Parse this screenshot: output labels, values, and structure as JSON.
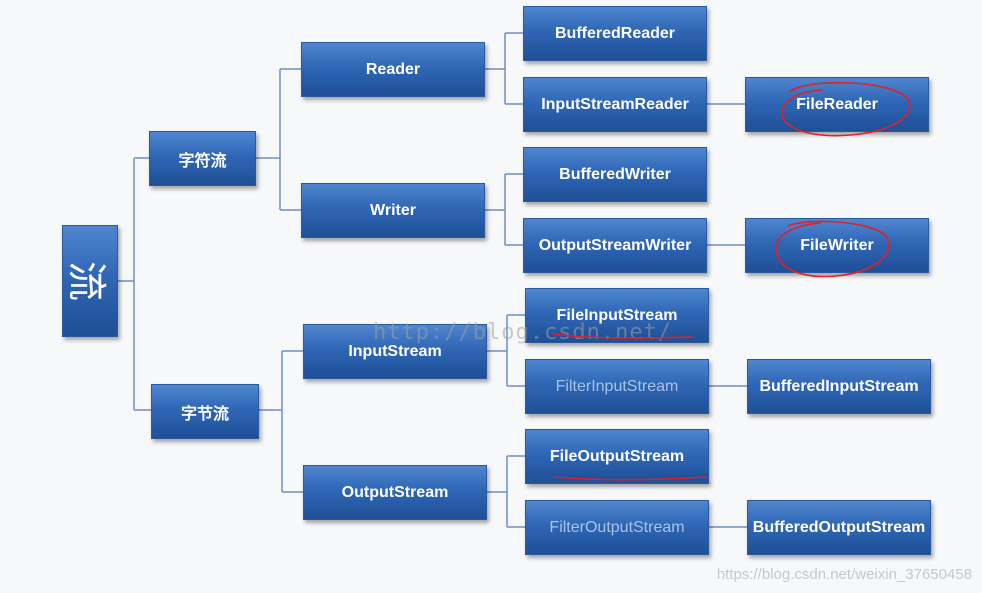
{
  "root": {
    "label": "流"
  },
  "categories": {
    "char": "字符流",
    "byte": "字节流"
  },
  "bases": {
    "reader": "Reader",
    "writer": "Writer",
    "inputstream": "InputStream",
    "outputstream": "OutputStream"
  },
  "classes": {
    "bufferedreader": "BufferedReader",
    "inputstreamreader": "InputStreamReader",
    "filereader": "FileReader",
    "bufferedwriter": "BufferedWriter",
    "outputstreamwriter": "OutputStreamWriter",
    "filewriter": "FileWriter",
    "fileinputstream": "FileInputStream",
    "filterinputstream": "FilterInputStream",
    "bufferedinputstream": "BufferedInputStream",
    "fileoutputstream": "FileOutputStream",
    "filteroutputstream": "FilterOutputStream",
    "bufferedoutputstream": "BufferedOutputStream"
  },
  "watermarks": {
    "middle": "http://blog.csdn.net/",
    "corner": "https://blog.csdn.net/weixin_37650458"
  },
  "colors": {
    "node_top": "#4f86cf",
    "node_bottom": "#1f4f96",
    "connector": "#6f8fbf",
    "annotation": "#e0202a"
  }
}
